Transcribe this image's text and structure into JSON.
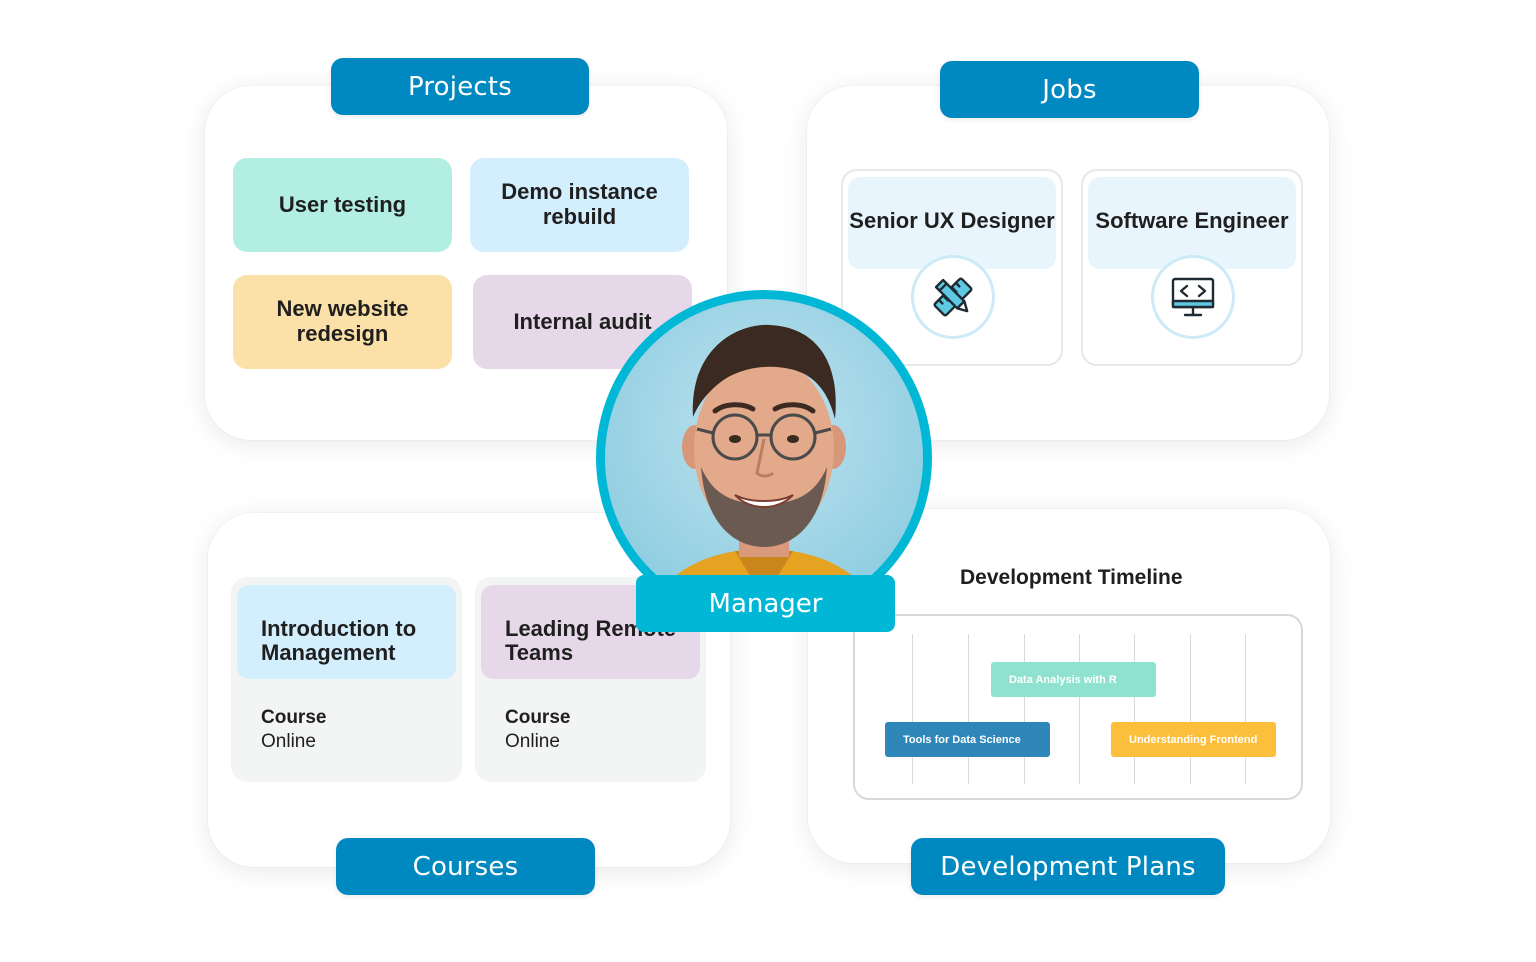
{
  "projects": {
    "label": "Projects",
    "items": [
      "User testing",
      "Demo instance rebuild",
      "New website redesign",
      "Internal audit"
    ]
  },
  "jobs": {
    "label": "Jobs",
    "items": [
      {
        "title": "Senior UX Designer",
        "icon": "design-tools-icon"
      },
      {
        "title": "Software Engineer",
        "icon": "code-monitor-icon"
      }
    ]
  },
  "courses": {
    "label": "Courses",
    "items": [
      {
        "title": "Introduction to Management",
        "type": "Course",
        "mode": "Online"
      },
      {
        "title": "Leading Remote Teams",
        "type": "Course",
        "mode": "Online"
      }
    ]
  },
  "development_plans": {
    "label": "Development Plans",
    "timeline_title": "Development Timeline",
    "bars": [
      "Data Analysis with R",
      "Tools for Data Science",
      "Understanding Frontend"
    ]
  },
  "manager": {
    "label": "Manager"
  },
  "colors": {
    "section_label": "#0088c1",
    "manager_accent": "#00b8d6",
    "bar_teal": "#8ee2cf",
    "bar_blue": "#2e87b8",
    "bar_yellow": "#fbbf3c"
  }
}
